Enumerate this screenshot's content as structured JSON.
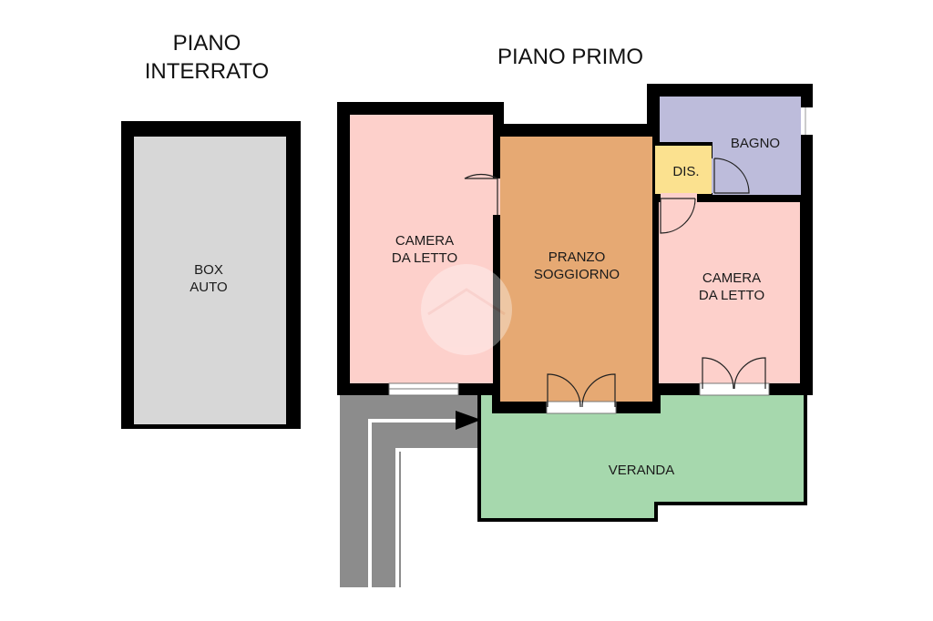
{
  "headings": {
    "basement_line1": "PIANO",
    "basement_line2": "INTERRATO",
    "first_floor": "PIANO PRIMO"
  },
  "rooms": {
    "box_auto": {
      "line1": "BOX",
      "line2": "AUTO",
      "color": "#d7d7d7"
    },
    "camera1": {
      "line1": "CAMERA",
      "line2": "DA LETTO",
      "color": "#fdd0cb"
    },
    "pranzo": {
      "line1": "PRANZO",
      "line2": "SOGGIORNO",
      "color": "#e6a973"
    },
    "camera2": {
      "line1": "CAMERA",
      "line2": "DA LETTO",
      "color": "#fdd0cb"
    },
    "bagno": {
      "line1": "BAGNO",
      "color": "#bdbcdb"
    },
    "dis": {
      "line1": "DIS.",
      "color": "#fbe18f"
    },
    "veranda": {
      "line1": "VERANDA",
      "color": "#a6d8ad"
    }
  },
  "colors": {
    "wall": "#000000",
    "ramp": "#8c8c8c"
  }
}
